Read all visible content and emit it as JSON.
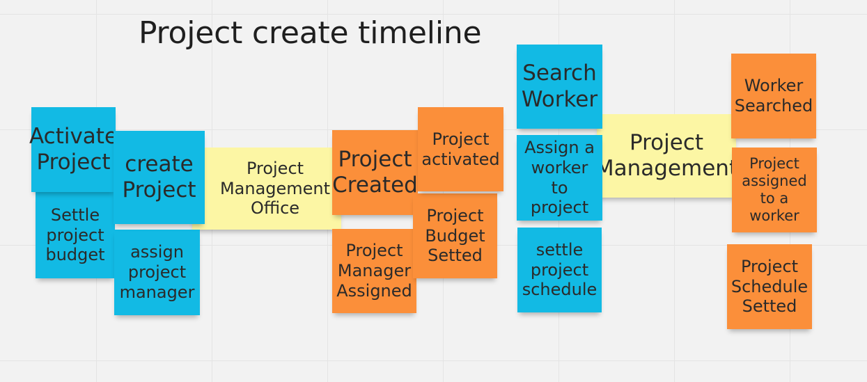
{
  "board": {
    "title": "Project create timeline"
  },
  "colors": {
    "background": "#f2f2f2",
    "grid": "#e4e4e4",
    "sticky_blue": "#12bae4",
    "sticky_orange": "#fb8f3a",
    "sticky_yellow": "#fcf6a4",
    "text": "#2a2a2a"
  },
  "stickies": {
    "activate_project": "Activate Project",
    "settle_project_budget": "Settle project budget",
    "create_project": "create Project",
    "assign_project_manager": "assign project manager",
    "project_management_office": "Project Management Office",
    "project_created": "Project Created",
    "project_manager_assigned": "Project Manager Assigned",
    "project_activated": "Project activated",
    "project_budget_setted": "Project Budget Setted",
    "search_worker": "Search Worker",
    "assign_worker_to_project": "Assign a worker to project",
    "settle_project_schedule": "settle project schedule",
    "project_management": "Project Management",
    "worker_searched": "Worker Searched",
    "project_assigned_to_worker": "Project assigned to a worker",
    "project_schedule_setted": "Project Schedule Setted"
  }
}
